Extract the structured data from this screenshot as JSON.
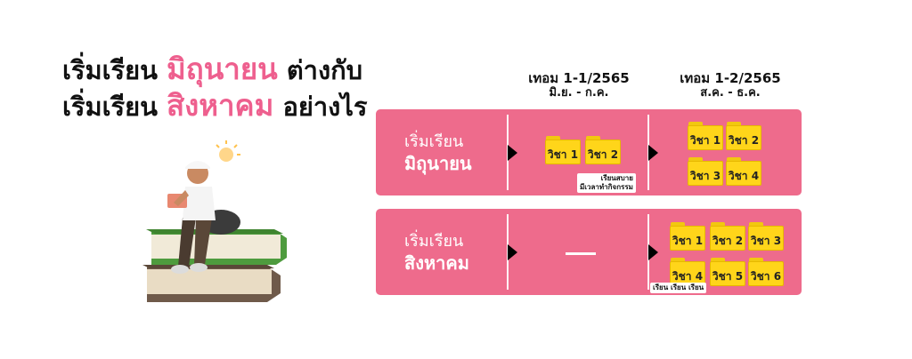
{
  "headline": {
    "line1_before": "เริ่มเรียน ",
    "line1_highlight": "มิถุนายน",
    "line1_after": " ต่างกับ",
    "line2_before": "เริ่มเรียน ",
    "line2_highlight": "สิงหาคม",
    "line2_after": " อย่างไร"
  },
  "terms": [
    {
      "title": "เทอม 1-1/2565",
      "months": "มิ.ย. - ก.ค."
    },
    {
      "title": "เทอม 1-2/2565",
      "months": "ส.ค. - ธ.ค."
    }
  ],
  "rows": {
    "june": {
      "label_line1": "เริ่มเรียน",
      "label_line2": "มิถุนายน",
      "term1_subjects": [
        "วิชา 1",
        "วิชา 2"
      ],
      "term1_note_line1": "เรียนสบาย",
      "term1_note_line2": "มีเวลาทำกิจกรรม",
      "term2_subjects": [
        "วิชา 1",
        "วิชา 2",
        "วิชา 3",
        "วิชา 4"
      ]
    },
    "august": {
      "label_line1": "เริ่มเรียน",
      "label_line2": "สิงหาคม",
      "term1_placeholder": "—",
      "term2_subjects": [
        "วิชา 1",
        "วิชา 2",
        "วิชา 3",
        "วิชา 4",
        "วิชา 5",
        "วิชา 6"
      ],
      "term2_note": "เรียน เรียน เรียน"
    }
  },
  "colors": {
    "accent_pink": "#ee6b8c",
    "highlight_pink": "#ee5f8e",
    "folder_yellow": "#ffd51a"
  },
  "icons": {
    "folder": "folder-icon",
    "arrow": "triangle-right-icon",
    "illustration": "student-reading-on-books-illustration"
  }
}
